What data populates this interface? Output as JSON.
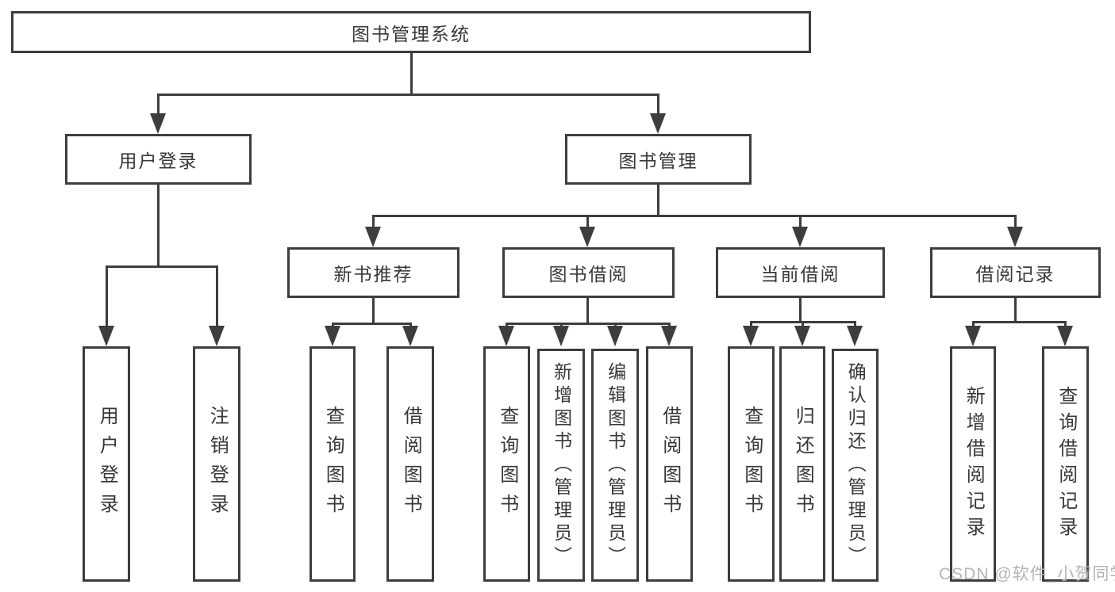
{
  "tree": {
    "label": "图书管理系统",
    "children": [
      {
        "label": "用户登录",
        "children": [
          {
            "label": "用户登录"
          },
          {
            "label": "注销登录"
          }
        ]
      },
      {
        "label": "图书管理",
        "children": [
          {
            "label": "新书推荐",
            "children": [
              {
                "label": "查询图书"
              },
              {
                "label": "借阅图书"
              }
            ]
          },
          {
            "label": "图书借阅",
            "children": [
              {
                "label": "查询图书"
              },
              {
                "label": "新增图书（管理员）"
              },
              {
                "label": "编辑图书（管理员）"
              },
              {
                "label": "借阅图书"
              }
            ]
          },
          {
            "label": "当前借阅",
            "children": [
              {
                "label": "查询图书"
              },
              {
                "label": "归还图书"
              },
              {
                "label": "确认归还（管理员）"
              }
            ]
          },
          {
            "label": "借阅记录",
            "children": [
              {
                "label": "新增借阅记录"
              },
              {
                "label": "查询借阅记录"
              }
            ]
          }
        ]
      }
    ]
  },
  "watermark": "CSDN @软件_小贺同学",
  "colors": {
    "line": "#3d3d3d",
    "text": "#383838",
    "watermark": "#b5b5b5",
    "background": "#ffffff"
  }
}
